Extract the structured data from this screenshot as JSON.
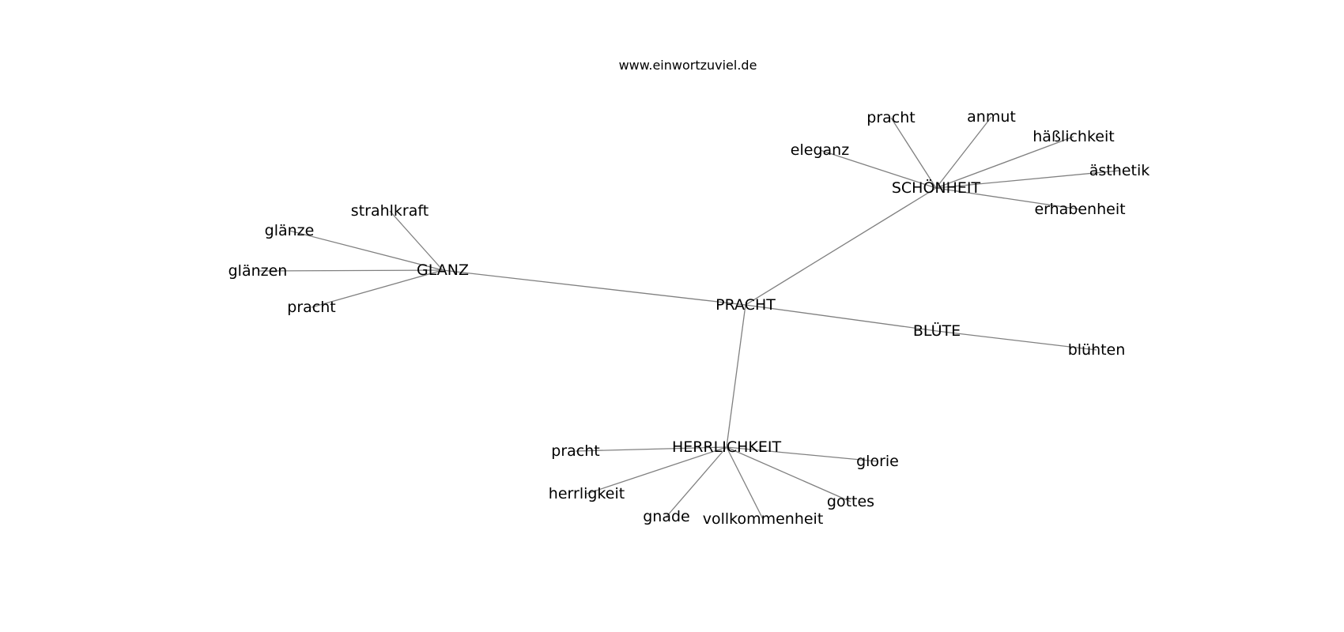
{
  "watermark": "www.einwortzuviel.de",
  "graph": {
    "nodes": [
      {
        "id": "pracht_center",
        "label": "PRACHT"
      },
      {
        "id": "schoenheit",
        "label": "SCHÖNHEIT"
      },
      {
        "id": "glanz",
        "label": "GLANZ"
      },
      {
        "id": "bluete",
        "label": "BLÜTE"
      },
      {
        "id": "herrlichkeit",
        "label": "HERRLICHKEIT"
      },
      {
        "id": "s_pracht",
        "label": "pracht"
      },
      {
        "id": "s_anmut",
        "label": "anmut"
      },
      {
        "id": "s_haesslichkeit",
        "label": "häßlichkeit"
      },
      {
        "id": "s_aesthetik",
        "label": "ästhetik"
      },
      {
        "id": "s_erhabenheit",
        "label": "erhabenheit"
      },
      {
        "id": "s_eleganz",
        "label": "eleganz"
      },
      {
        "id": "g_strahlkraft",
        "label": "strahlkraft"
      },
      {
        "id": "g_glaenze",
        "label": "glänze"
      },
      {
        "id": "g_glaenzen",
        "label": "glänzen"
      },
      {
        "id": "g_pracht",
        "label": "pracht"
      },
      {
        "id": "b_bluehten",
        "label": "blühten"
      },
      {
        "id": "h_pracht",
        "label": "pracht"
      },
      {
        "id": "h_herrligkeit",
        "label": "herrligkeit"
      },
      {
        "id": "h_gnade",
        "label": "gnade"
      },
      {
        "id": "h_vollkommenheit",
        "label": "vollkommenheit"
      },
      {
        "id": "h_gottes",
        "label": "gottes"
      },
      {
        "id": "h_glorie",
        "label": "glorie"
      }
    ],
    "edges": [
      [
        "pracht_center",
        "schoenheit"
      ],
      [
        "pracht_center",
        "glanz"
      ],
      [
        "pracht_center",
        "bluete"
      ],
      [
        "pracht_center",
        "herrlichkeit"
      ],
      [
        "schoenheit",
        "s_pracht"
      ],
      [
        "schoenheit",
        "s_anmut"
      ],
      [
        "schoenheit",
        "s_haesslichkeit"
      ],
      [
        "schoenheit",
        "s_aesthetik"
      ],
      [
        "schoenheit",
        "s_erhabenheit"
      ],
      [
        "schoenheit",
        "s_eleganz"
      ],
      [
        "glanz",
        "g_strahlkraft"
      ],
      [
        "glanz",
        "g_glaenze"
      ],
      [
        "glanz",
        "g_glaenzen"
      ],
      [
        "glanz",
        "g_pracht"
      ],
      [
        "bluete",
        "b_bluehten"
      ],
      [
        "herrlichkeit",
        "h_pracht"
      ],
      [
        "herrlichkeit",
        "h_herrligkeit"
      ],
      [
        "herrlichkeit",
        "h_gnade"
      ],
      [
        "herrlichkeit",
        "h_vollkommenheit"
      ],
      [
        "herrlichkeit",
        "h_gottes"
      ],
      [
        "herrlichkeit",
        "h_glorie"
      ]
    ]
  }
}
